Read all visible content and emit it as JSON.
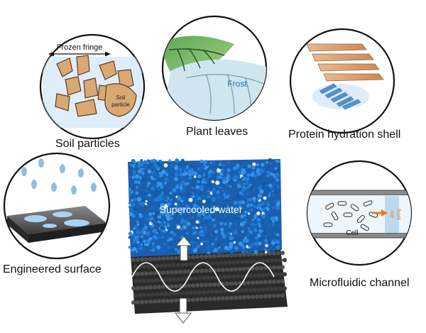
{
  "panels": {
    "soil": {
      "caption": "Soil particles",
      "fringe_label": "Frozen fringe",
      "particle_label_1": "Soil",
      "particle_label_2": "particle"
    },
    "leaves": {
      "caption": "Plant leaves",
      "frost_label": "Frost"
    },
    "protein": {
      "caption": "Protein hydration shell"
    },
    "surface": {
      "caption": "Engineered surface"
    },
    "channel": {
      "caption": "Microfluidic channel",
      "cell_label": "Cell",
      "ice_label_1": "Ice",
      "ice_label_2": "front"
    }
  },
  "center": {
    "water_label": "Supercooled water"
  },
  "colors": {
    "ring": "#111111",
    "soil_particle": "#d9a873",
    "ice_blue": "#a9cfee",
    "leaf_green": "#76b866",
    "water_blue": "#1768c2",
    "substrate": "#2a2a2a",
    "arrow_orange": "#e8791f"
  }
}
